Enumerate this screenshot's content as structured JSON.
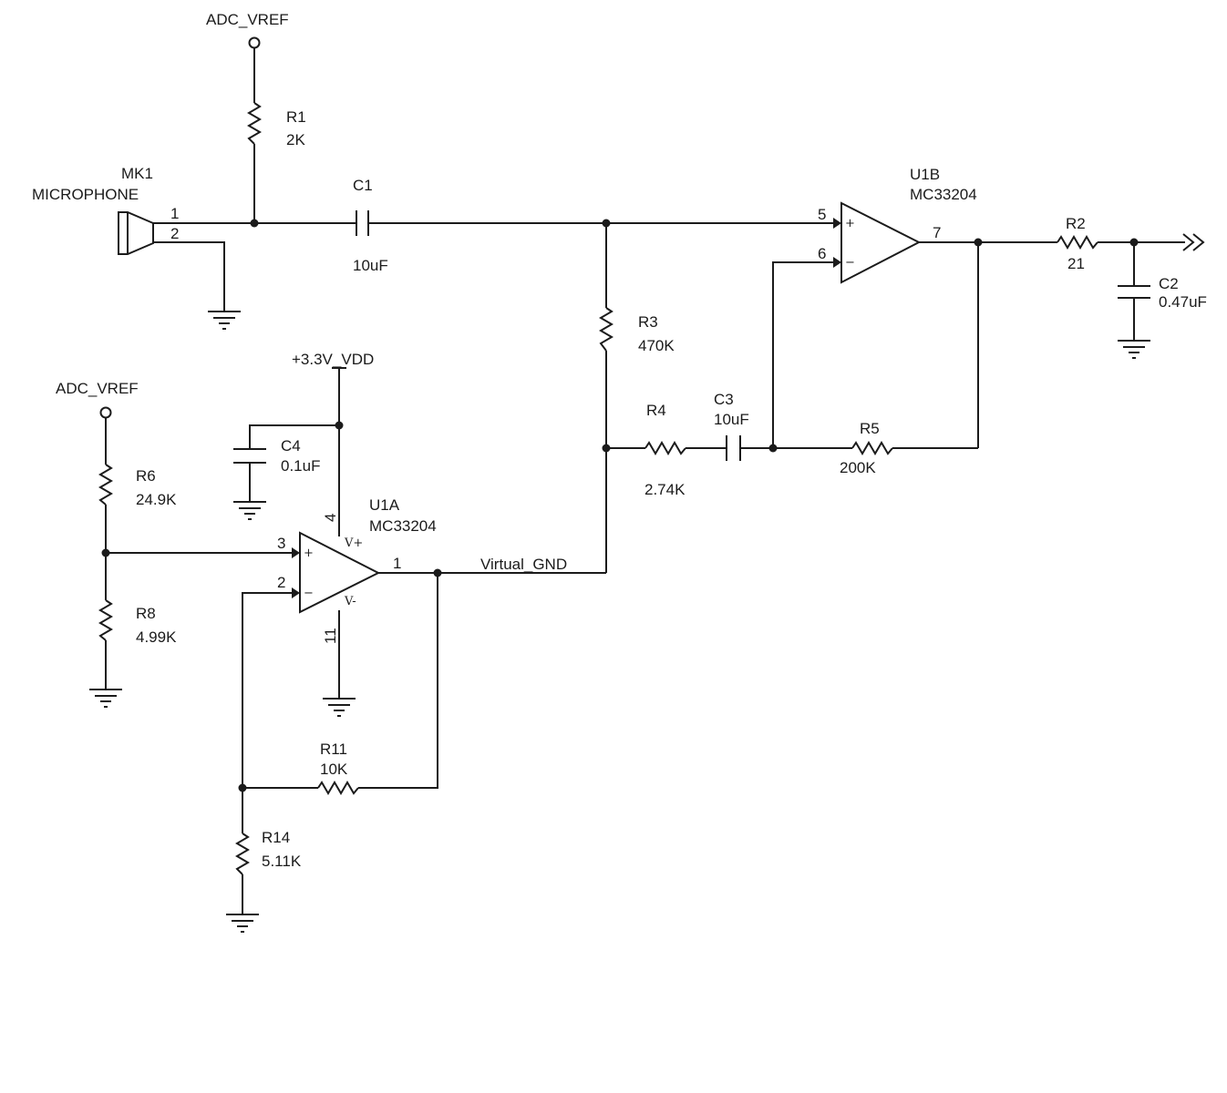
{
  "nets": {
    "adc_vref_top": "ADC_VREF",
    "adc_vref_left": "ADC_VREF",
    "vdd": "+3.3V_VDD",
    "virtual_gnd": "Virtual_GND"
  },
  "mic": {
    "ref": "MK1",
    "value": "MICROPHONE",
    "pin1": "1",
    "pin2": "2"
  },
  "resistors": {
    "R1": {
      "ref": "R1",
      "value": "2K"
    },
    "R2": {
      "ref": "R2",
      "value": "21"
    },
    "R3": {
      "ref": "R3",
      "value": "470K"
    },
    "R4": {
      "ref": "R4",
      "value": "2.74K"
    },
    "R5": {
      "ref": "R5",
      "value": "200K"
    },
    "R6": {
      "ref": "R6",
      "value": "24.9K"
    },
    "R8": {
      "ref": "R8",
      "value": "4.99K"
    },
    "R11": {
      "ref": "R11",
      "value": "10K"
    },
    "R14": {
      "ref": "R14",
      "value": "5.11K"
    }
  },
  "capacitors": {
    "C1": {
      "ref": "C1",
      "value": "10uF"
    },
    "C2": {
      "ref": "C2",
      "value": "0.47uF"
    },
    "C3": {
      "ref": "C3",
      "value": "10uF"
    },
    "C4": {
      "ref": "C4",
      "value": "0.1uF"
    }
  },
  "opamps": {
    "U1A": {
      "ref": "U1A",
      "part": "MC33204",
      "pin_plus": "3",
      "pin_minus": "2",
      "pin_out": "1",
      "pin_vpos": "4",
      "pin_vneg": "11",
      "vpos_label": "V+",
      "vneg_label": "V-",
      "plus_sign": "+",
      "minus_sign": "−"
    },
    "U1B": {
      "ref": "U1B",
      "part": "MC33204",
      "pin_plus": "5",
      "pin_minus": "6",
      "pin_out": "7",
      "plus_sign": "+",
      "minus_sign": "−"
    }
  }
}
